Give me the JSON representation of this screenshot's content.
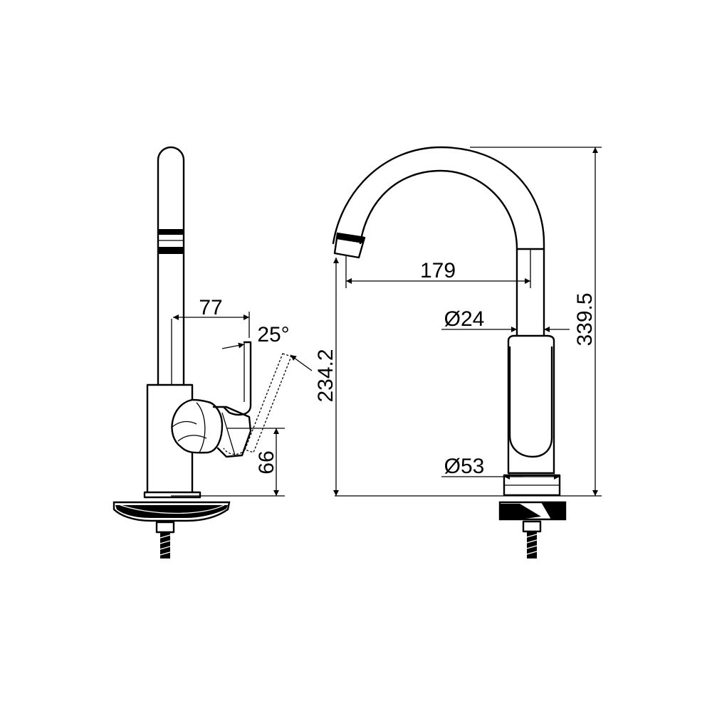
{
  "drawing": {
    "side_view": {
      "dim_spout_offset": "77",
      "dim_lever_angle": "25°",
      "dim_lever_height": "66"
    },
    "front_view": {
      "dim_spout_reach": "179",
      "dim_spout_diameter": "Ø24",
      "dim_body_diameter": "Ø53",
      "dim_outlet_height": "234.2",
      "dim_total_height": "339.5"
    },
    "colors": {
      "line": "#000000",
      "background": "#ffffff"
    }
  }
}
